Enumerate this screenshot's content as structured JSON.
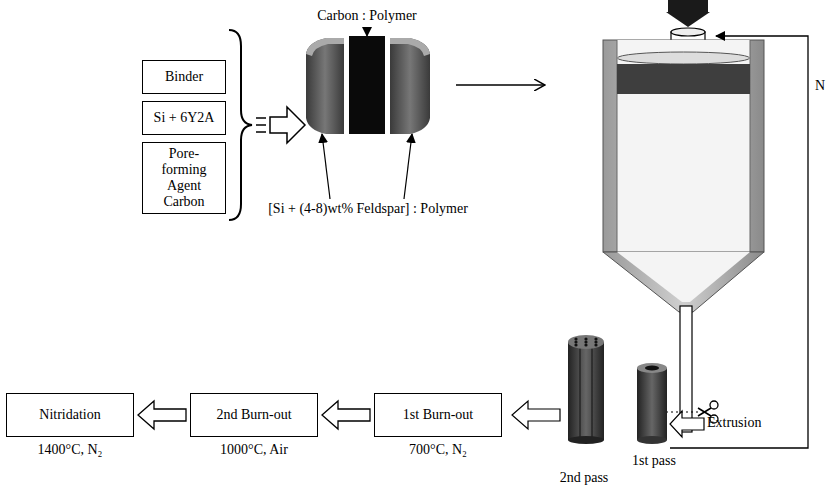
{
  "diagram": {
    "nodes": [
      {
        "text": [
          "Binder"
        ]
      },
      {
        "text": [
          "Si + 6Y2A"
        ]
      },
      {
        "text": [
          "Pore-forming Agent Carbon"
        ]
      },
      {
        "text": [
          "Nitridation",
          "1400°C, N₂"
        ]
      },
      {
        "text": [
          "2nd Burn-out",
          "1000°C, Air"
        ]
      },
      {
        "text": [
          "1st Burn-out",
          "700°C, N₂"
        ]
      }
    ],
    "edges": [
      {
        "from": 5,
        "to": 4,
        "arrow": "to"
      },
      {
        "from": 4,
        "to": 3,
        "arrow": "to"
      }
    ],
    "labels": [
      "Carbon : Polymer",
      "[Si + (4-8)wt% Feldspar] : Polymer",
      "N",
      "Extrusion",
      "2nd pass",
      "1st pass"
    ]
  }
}
